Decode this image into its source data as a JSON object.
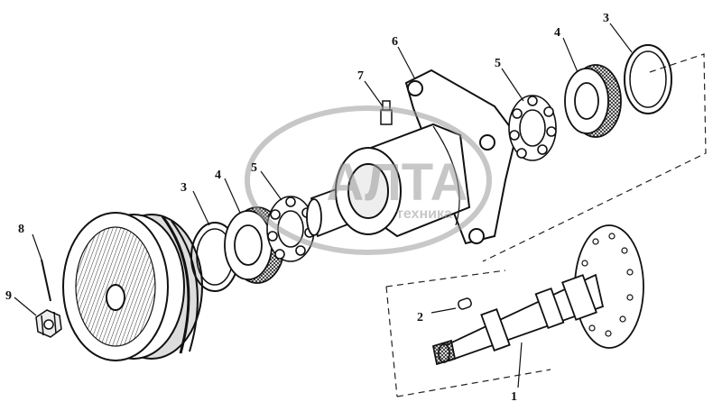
{
  "watermark": {
    "brand": "АЛТА",
    "sub": "техника",
    "color": "#9a9a9a"
  },
  "callouts": [
    {
      "id": "c1",
      "text": "1"
    },
    {
      "id": "c2",
      "text": "2"
    },
    {
      "id": "c3a",
      "text": "3"
    },
    {
      "id": "c3b",
      "text": "3"
    },
    {
      "id": "c4a",
      "text": "4"
    },
    {
      "id": "c4b",
      "text": "4"
    },
    {
      "id": "c5a",
      "text": "5"
    },
    {
      "id": "c5b",
      "text": "5"
    },
    {
      "id": "c6",
      "text": "6"
    },
    {
      "id": "c7",
      "text": "7"
    },
    {
      "id": "c8",
      "text": "8"
    },
    {
      "id": "c9",
      "text": "9"
    }
  ],
  "colors": {
    "ink": "#1a1a1a",
    "paper": "#ffffff",
    "shade": "#555555"
  }
}
